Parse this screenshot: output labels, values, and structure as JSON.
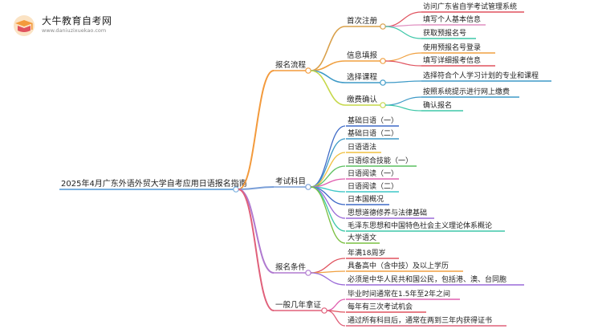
{
  "logo": {
    "title": "大牛教育自考网",
    "url": "www.daniuzixuekao.com"
  },
  "root": {
    "label": "2025年4月广东外语外贸大学自考应用日语报名指南"
  },
  "branches": [
    {
      "label": "报名流程",
      "color": "#f39a3c",
      "children": [
        {
          "label": "首次注册",
          "color": "#d9a04a",
          "children": [
            {
              "label": "访问广东省自学考试管理系统",
              "color": "#e0525e"
            },
            {
              "label": "填写个人基本信息",
              "color": "#e08fc0"
            },
            {
              "label": "获取预报名号",
              "color": "#3ec7a8"
            }
          ]
        },
        {
          "label": "信息填报",
          "color": "#f0a040",
          "children": [
            {
              "label": "使用预报名号登录",
              "color": "#f0a040"
            },
            {
              "label": "填写详细报考信息",
              "color": "#e0525e"
            }
          ]
        },
        {
          "label": "选择课程",
          "color": "#3e9ac7",
          "children": [
            {
              "label": "选择符合个人学习计划的专业和课程",
              "color": "#3e9ac7"
            }
          ]
        },
        {
          "label": "缴费确认",
          "color": "#c6d84a",
          "children": [
            {
              "label": "按照系统提示进行网上缴费",
              "color": "#3e9ac7"
            },
            {
              "label": "确认报名",
              "color": "#3ec7a8"
            }
          ]
        }
      ]
    },
    {
      "label": "考试科目",
      "color": "#7a9fd8",
      "children": [
        {
          "label": "基础日语（一）",
          "color": "#3e6ac7"
        },
        {
          "label": "基础日语（二）",
          "color": "#3e9ac7"
        },
        {
          "label": "日语语法",
          "color": "#f0c040"
        },
        {
          "label": "日语综合技能（一）",
          "color": "#5cc060"
        },
        {
          "label": "日语阅读（一）",
          "color": "#e060b0"
        },
        {
          "label": "日语阅读（二）",
          "color": "#3ec7c7"
        },
        {
          "label": "日本国概况",
          "color": "#3e6ac7"
        },
        {
          "label": "思想道德修养与法律基础",
          "color": "#9a6ad8"
        },
        {
          "label": "毛泽东思想和中国特色社会主义理论体系概论",
          "color": "#3ec7a8"
        },
        {
          "label": "大学语文",
          "color": "#7ac040"
        }
      ]
    },
    {
      "label": "报名条件",
      "color": "#b07ad0",
      "children": [
        {
          "label": "年满18周岁",
          "color": "#e0525e"
        },
        {
          "label": "具备高中（含中技）及以上学历",
          "color": "#f0a040"
        },
        {
          "label": "必须是中华人民共和国公民，包括港、澳、台同胞",
          "color": "#9a6ad8"
        }
      ]
    },
    {
      "label": "一般几年拿证",
      "color": "#e0607a",
      "children": [
        {
          "label": "毕业时间通常在1.5年至2年之间",
          "color": "#e060b0"
        },
        {
          "label": "每年有三次考试机会",
          "color": "#e0525e"
        },
        {
          "label": "通过所有科目后，通常在两到三年内获得证书",
          "color": "#e0607a"
        }
      ]
    }
  ]
}
